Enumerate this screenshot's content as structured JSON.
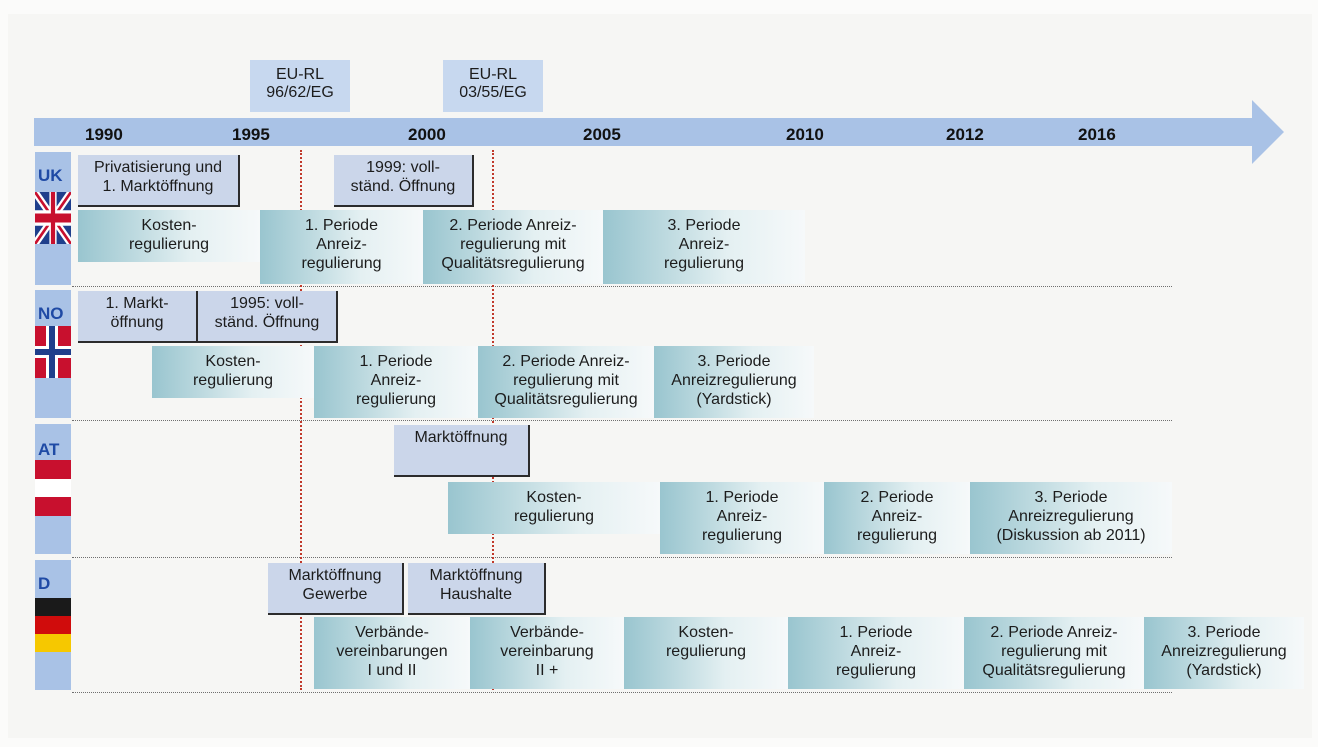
{
  "eu_directives": [
    {
      "line1": "EU-RL",
      "line2": "96/62/EG"
    },
    {
      "line1": "EU-RL",
      "line2": "03/55/EG"
    }
  ],
  "years": [
    "1990",
    "1995",
    "2000",
    "2005",
    "2010",
    "2012",
    "2016"
  ],
  "countries": [
    {
      "code": "UK",
      "market": [
        {
          "lines": [
            "Privatisierung und",
            "1. Marktöffnung"
          ]
        },
        {
          "lines": [
            "1999: voll-",
            "ständ. Öffnung"
          ]
        }
      ],
      "regulation": [
        {
          "lines": [
            "Kosten-",
            "regulierung"
          ]
        },
        {
          "lines": [
            "1. Periode",
            "Anreiz-",
            "regulierung"
          ]
        },
        {
          "lines": [
            "2. Periode Anreiz-",
            "regulierung mit",
            "Qualitätsregulierung"
          ]
        },
        {
          "lines": [
            "3. Periode",
            "Anreiz-",
            "regulierung"
          ]
        }
      ]
    },
    {
      "code": "NO",
      "market": [
        {
          "lines": [
            "1. Markt-",
            "öffnung"
          ]
        },
        {
          "lines": [
            "1995: voll-",
            "ständ. Öffnung"
          ]
        }
      ],
      "regulation": [
        {
          "lines": [
            "Kosten-",
            "regulierung"
          ]
        },
        {
          "lines": [
            "1. Periode",
            "Anreiz-",
            "regulierung"
          ]
        },
        {
          "lines": [
            "2. Periode Anreiz-",
            "regulierung mit",
            "Qualitätsregulierung"
          ]
        },
        {
          "lines": [
            "3. Periode",
            "Anreizregulierung",
            "(Yardstick)"
          ]
        }
      ]
    },
    {
      "code": "AT",
      "market": [
        {
          "lines": [
            "Marktöffnung"
          ]
        }
      ],
      "regulation": [
        {
          "lines": [
            "Kosten-",
            "regulierung"
          ]
        },
        {
          "lines": [
            "1. Periode",
            "Anreiz-",
            "regulierung"
          ]
        },
        {
          "lines": [
            "2. Periode",
            "Anreiz-",
            "regulierung"
          ]
        },
        {
          "lines": [
            "3. Periode",
            "Anreizregulierung",
            "(Diskussion ab 2011)"
          ]
        }
      ]
    },
    {
      "code": "D",
      "market": [
        {
          "lines": [
            "Marktöffnung",
            "Gewerbe"
          ]
        },
        {
          "lines": [
            "Marktöffnung",
            "Haushalte"
          ]
        }
      ],
      "regulation": [
        {
          "lines": [
            "Verbände-",
            "vereinbarungen",
            "I und II"
          ]
        },
        {
          "lines": [
            "Verbände-",
            "vereinbarung",
            "II +"
          ]
        },
        {
          "lines": [
            "Kosten-",
            "regulierung"
          ]
        },
        {
          "lines": [
            "1. Periode",
            "Anreiz-",
            "regulierung"
          ]
        },
        {
          "lines": [
            "2. Periode Anreiz-",
            "regulierung mit",
            "Qualitätsregulierung"
          ]
        },
        {
          "lines": [
            "3. Periode",
            "Anreizregulierung",
            "(Yardstick)"
          ]
        }
      ]
    }
  ],
  "colors": {
    "arrow": "#a9c2e6",
    "market_box": "#cbd6ea",
    "regulation_box": "#99c5cf",
    "country_code": "#1f4aa5",
    "directive_line": "#c0392b"
  }
}
